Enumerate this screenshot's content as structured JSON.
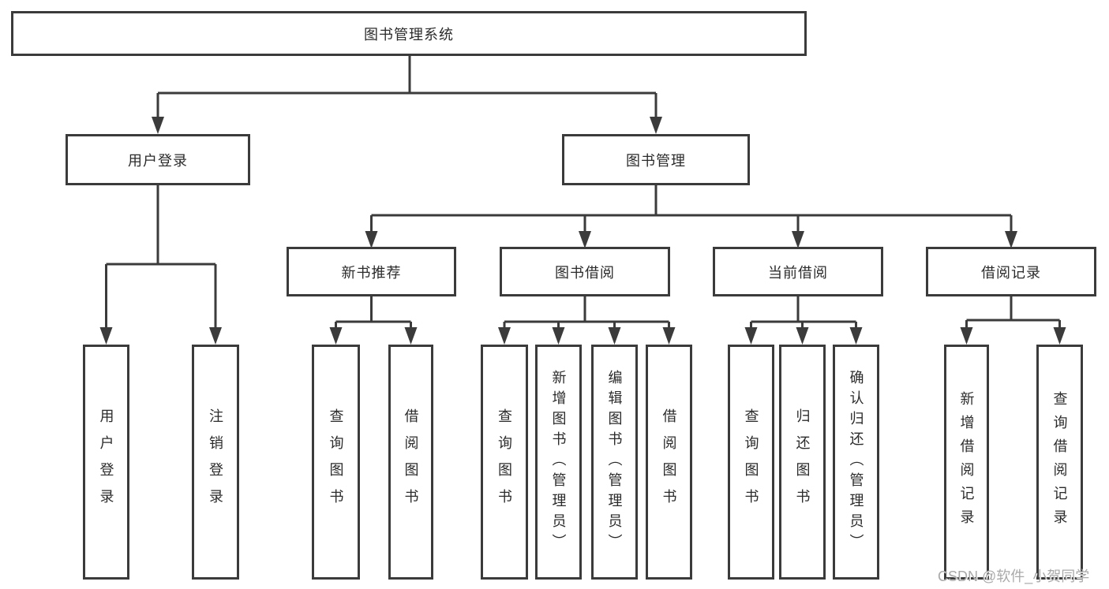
{
  "tree": {
    "label": "图书管理系统",
    "children": [
      {
        "label": "用户登录",
        "children": [
          {
            "label": "用户登录"
          },
          {
            "label": "注销登录"
          }
        ]
      },
      {
        "label": "图书管理",
        "children": [
          {
            "label": "新书推荐",
            "children": [
              {
                "label": "查询图书"
              },
              {
                "label": "借阅图书"
              }
            ]
          },
          {
            "label": "图书借阅",
            "children": [
              {
                "label": "查询图书"
              },
              {
                "label": "新增图书（管理员）"
              },
              {
                "label": "编辑图书（管理员）"
              },
              {
                "label": "借阅图书"
              }
            ]
          },
          {
            "label": "当前借阅",
            "children": [
              {
                "label": "查询图书"
              },
              {
                "label": "归还图书"
              },
              {
                "label": "确认归还（管理员）"
              }
            ]
          },
          {
            "label": "借阅记录",
            "children": [
              {
                "label": "新增借阅记录"
              },
              {
                "label": "查询借阅记录"
              }
            ]
          }
        ]
      }
    ]
  },
  "watermark": {
    "text": "CSDN @软件_小贺同学"
  },
  "colors": {
    "line_color": "#3b3b3b",
    "text_color": "#2b2b2b",
    "box_bg": "#ffffff",
    "watermark_color": "#a9a9a9"
  }
}
